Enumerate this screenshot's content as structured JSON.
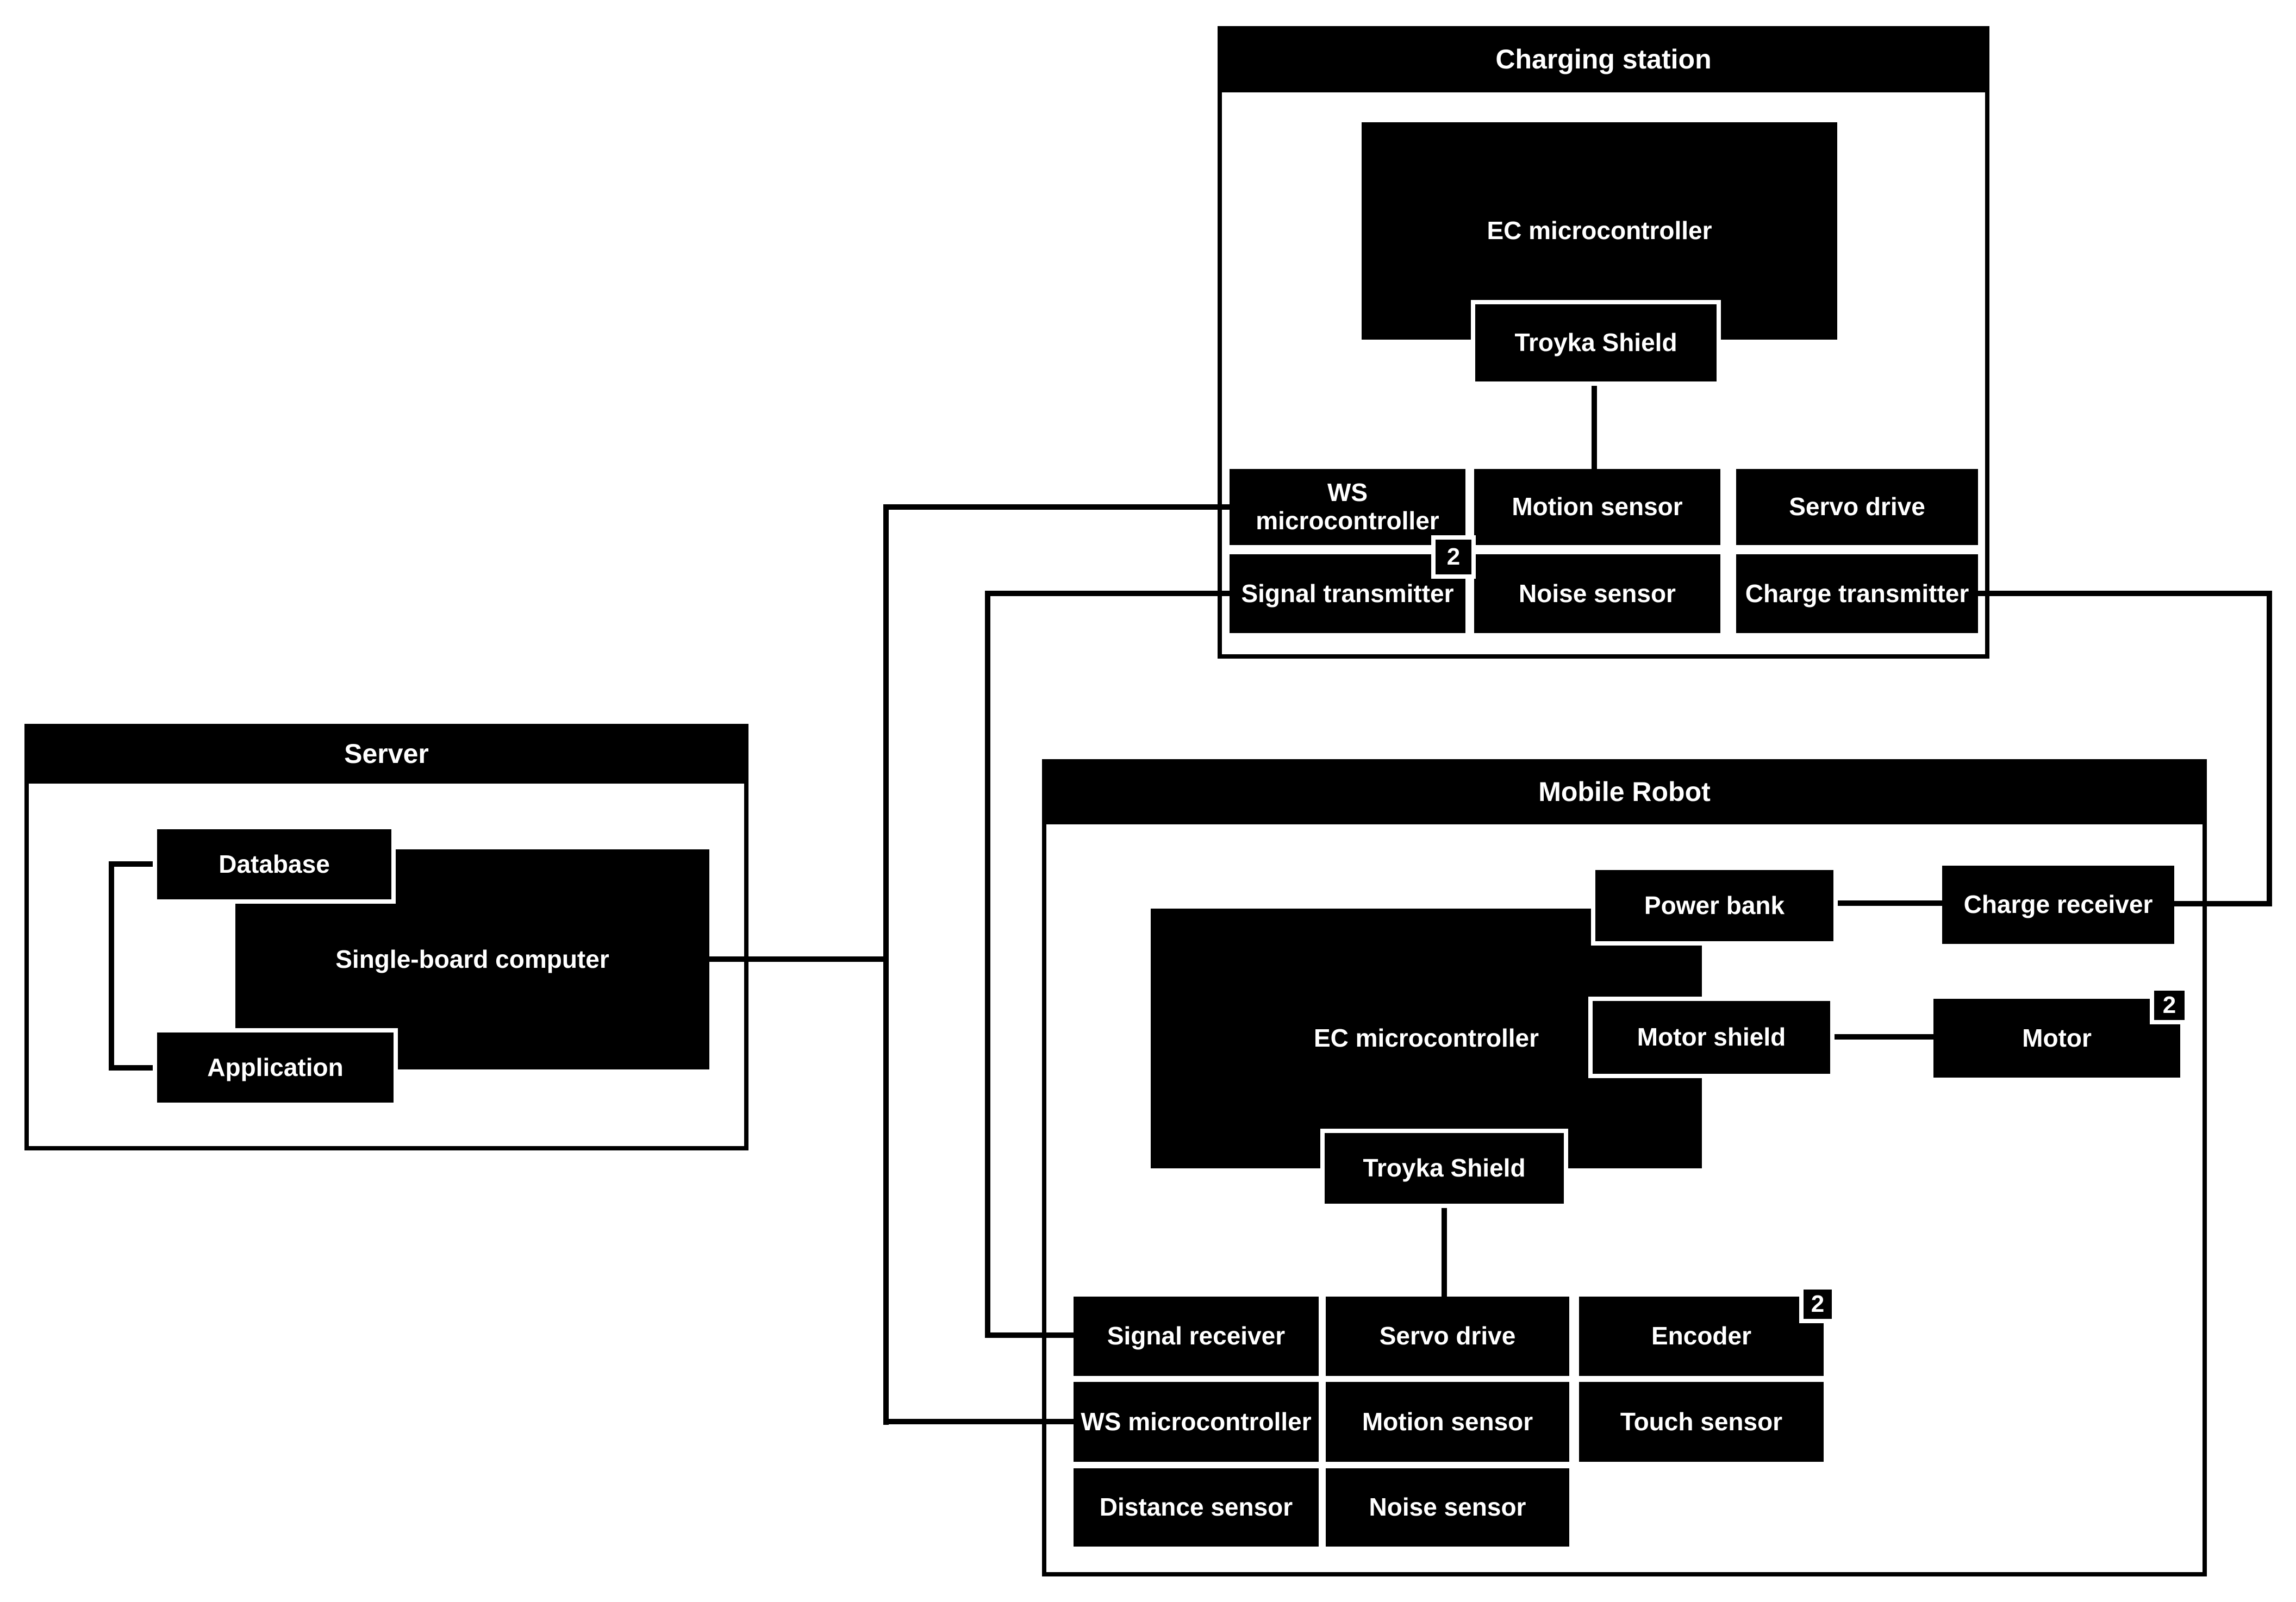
{
  "colors": {
    "box_fill": "#000000",
    "box_text": "#ffffff",
    "canvas_background": "#ffffff"
  },
  "charging_station": {
    "title": "Charging station",
    "ec_microcontroller": "EC microcontroller",
    "troyka_shield": "Troyka Shield",
    "ws_microcontroller": "WS microcontroller",
    "motion_sensor": "Motion sensor",
    "servo_drive": "Servo drive",
    "signal_transmitter": "Signal transmitter",
    "noise_sensor": "Noise sensor",
    "charge_transmitter": "Charge transmitter",
    "transmitter_count_badge": "2"
  },
  "server": {
    "title": "Server",
    "database": "Database",
    "single_board_computer": "Single-board computer",
    "application": "Application"
  },
  "mobile_robot": {
    "title": "Mobile Robot",
    "power_bank": "Power bank",
    "charge_receiver": "Charge receiver",
    "ec_microcontroller": "EC microcontroller",
    "motor_shield": "Motor shield",
    "motor": "Motor",
    "motor_count_badge": "2",
    "troyka_shield": "Troyka Shield",
    "signal_receiver": "Signal receiver",
    "servo_drive": "Servo drive",
    "encoder": "Encoder",
    "encoder_count_badge": "2",
    "ws_microcontroller": "WS microcontroller",
    "motion_sensor": "Motion sensor",
    "touch_sensor": "Touch sensor",
    "distance_sensor": "Distance sensor",
    "noise_sensor": "Noise sensor"
  }
}
